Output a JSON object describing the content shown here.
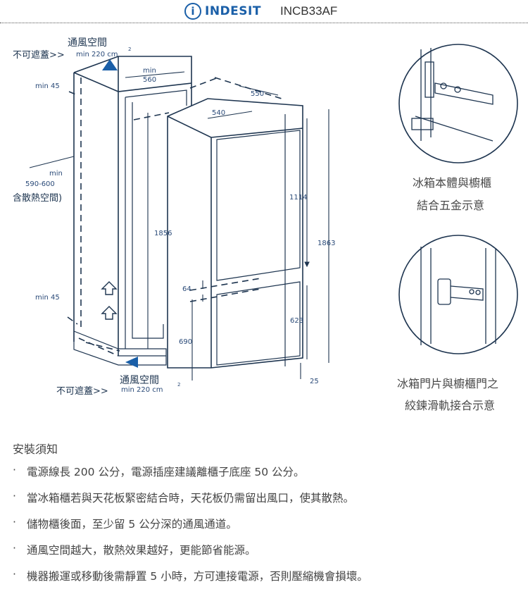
{
  "header": {
    "brand": "INDESIT",
    "brand_icon": "i-circle-icon",
    "model": "INCB33AF"
  },
  "diagram": {
    "vent_top": "通風空間",
    "vent_top_min": "min 220 cm",
    "vent_top_sup": "2",
    "no_cover_top": "不可遮蓋>>",
    "min45_top": "min 45",
    "min_560": "min",
    "w_560": "560",
    "w_550": "550",
    "w_540": "540",
    "min_side": "min",
    "range_590_600": "590-600",
    "heat_space": "含散熱空間)",
    "h_1856": "1856",
    "h_1114": "1114",
    "h_1863": "1863",
    "min45_bottom": "min 45",
    "gap_64": "64",
    "h_623": "623",
    "h_690": "690",
    "gap_25": "25",
    "vent_bottom": "通風空間",
    "vent_bottom_min": "min 220 cm",
    "vent_bottom_sup": "2",
    "no_cover_bottom": "不可遮蓋>>",
    "caption1_line1": "冰箱本體與櫥櫃",
    "caption1_line2": "結合五金示意",
    "caption2_line1": "冰箱門片與櫥櫃門之",
    "caption2_line2": "絞鍊滑軌接合示意"
  },
  "notes": {
    "title": "安裝須知",
    "items": [
      "電源線長 200 公分，電源插座建議離櫃子底座 50 公分。",
      "當冰箱櫃若與天花板緊密結合時，天花板仍需留出風口，使其散熱。",
      "儲物櫃後面，至少留 5 公分深的通風通道。",
      "通風空間越大，散熱效果越好，更能節省能源。",
      "機器搬運或移動後需靜置 5 小時，方可連接電源，否則壓縮機會損壞。"
    ]
  }
}
